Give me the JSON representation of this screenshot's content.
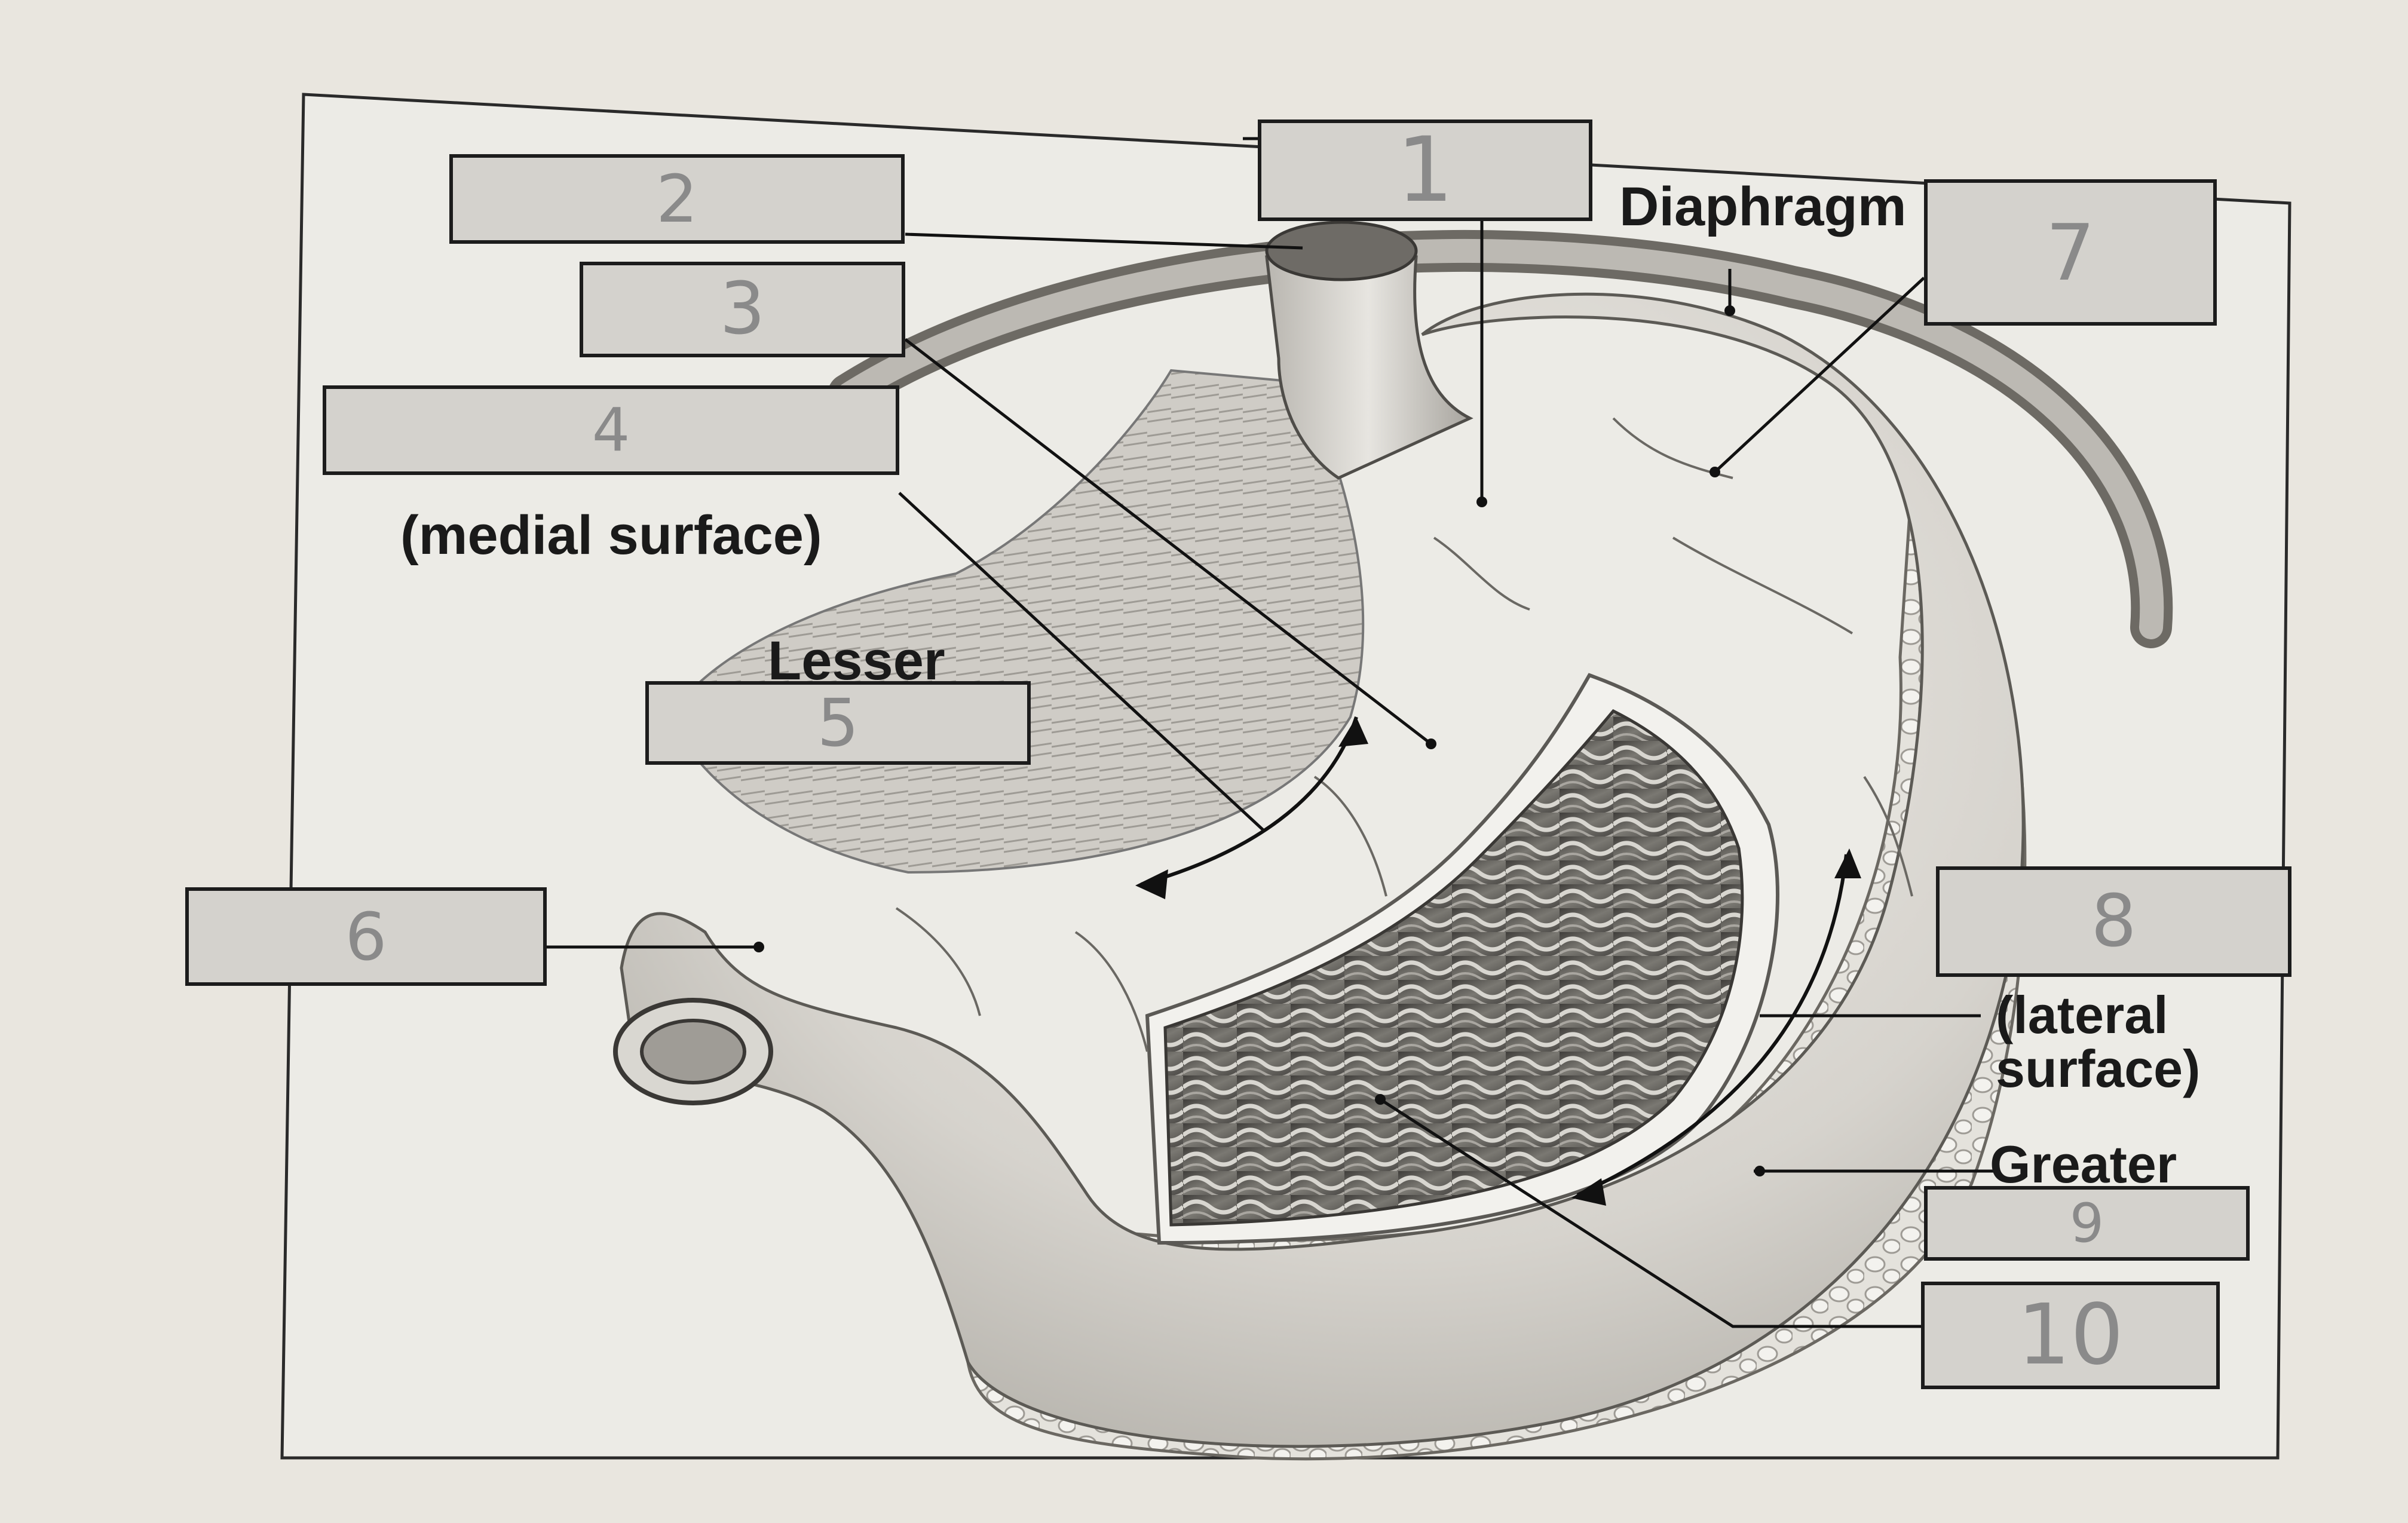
{
  "printed": {
    "diaphragm": "Diaphragm",
    "medial_surface": "(medial surface)",
    "lesser": "Lesser",
    "lateral_surface_line1": "(lateral",
    "lateral_surface_line2": "surface)",
    "greater": "Greater"
  },
  "answer_boxes": [
    {
      "id": "1",
      "handwritten": "1"
    },
    {
      "id": "2",
      "handwritten": "2"
    },
    {
      "id": "3",
      "handwritten": "3"
    },
    {
      "id": "4",
      "handwritten": "4"
    },
    {
      "id": "5",
      "handwritten": "5"
    },
    {
      "id": "6",
      "handwritten": "6"
    },
    {
      "id": "7",
      "handwritten": "7"
    },
    {
      "id": "8",
      "handwritten": "8"
    },
    {
      "id": "9",
      "handwritten": "9"
    },
    {
      "id": "10",
      "handwritten": "10"
    }
  ],
  "colors": {
    "paper": "#e9e6df",
    "frame": "#2a2a2a",
    "box_fill": "#d4d2cd",
    "handwriting": "#8a8a8a",
    "stomach_light": "#e2e0db",
    "stomach_mid": "#bdbab4",
    "mucosa_dark": "#5a5854"
  }
}
